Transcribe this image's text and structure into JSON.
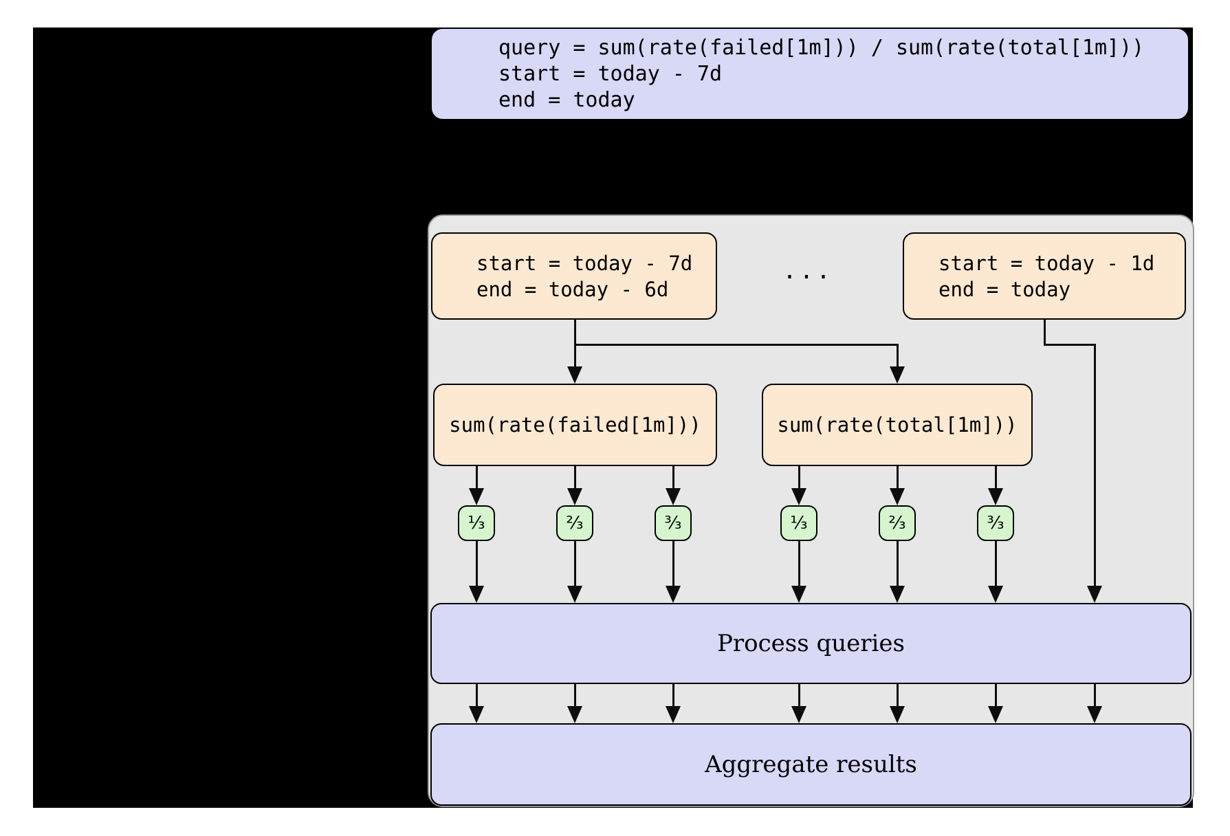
{
  "query_box": {
    "line1": "query = sum(rate(failed[1m])) / sum(rate(total[1m]))",
    "line2": "start = today - 7d",
    "line3": "end = today"
  },
  "split_first": {
    "line1": "start = today - 7d",
    "line2": "end = today - 6d"
  },
  "split_last": {
    "line1": "start = today - 1d",
    "line2": "end = today"
  },
  "ellipsis": "...",
  "sum_failed": "sum(rate(failed[1m]))",
  "sum_total": "sum(rate(total[1m]))",
  "shards": {
    "s1": "¹⁄₃",
    "s2": "²⁄₃",
    "s3": "³⁄₃"
  },
  "process_label": "Process queries",
  "aggregate_label": "Aggregate results",
  "colors": {
    "backdrop": "#000000",
    "query_box_fill": "#d8d8f7",
    "split_box_fill": "#fde9d2",
    "shard_fill": "#d6f5cf",
    "container_fill": "#e7e7e7",
    "line": "#0d0d0d"
  }
}
